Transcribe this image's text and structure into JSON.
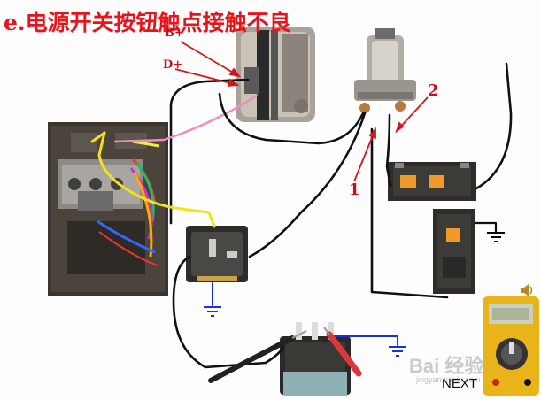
{
  "title": "e.电源开关按钮触点接触不良",
  "labels": {
    "b_plus": "B+",
    "d_plus": "D+",
    "num_1": "1",
    "num_2": "2"
  },
  "nav": {
    "next": "NEXT"
  },
  "watermark": {
    "brand": "Bai 经验",
    "url": "jingyan.baidu.com"
  },
  "colors": {
    "title": "#e8141c",
    "label": "#c8101a",
    "wire_black": "#111111",
    "wire_yellow": "#f2e21a",
    "wire_pink": "#f08bbf",
    "ground_blue": "#1a2fe0",
    "ground_black": "#000000"
  },
  "icons": [
    "speaker-icon",
    "ground-symbol",
    "multimeter"
  ]
}
